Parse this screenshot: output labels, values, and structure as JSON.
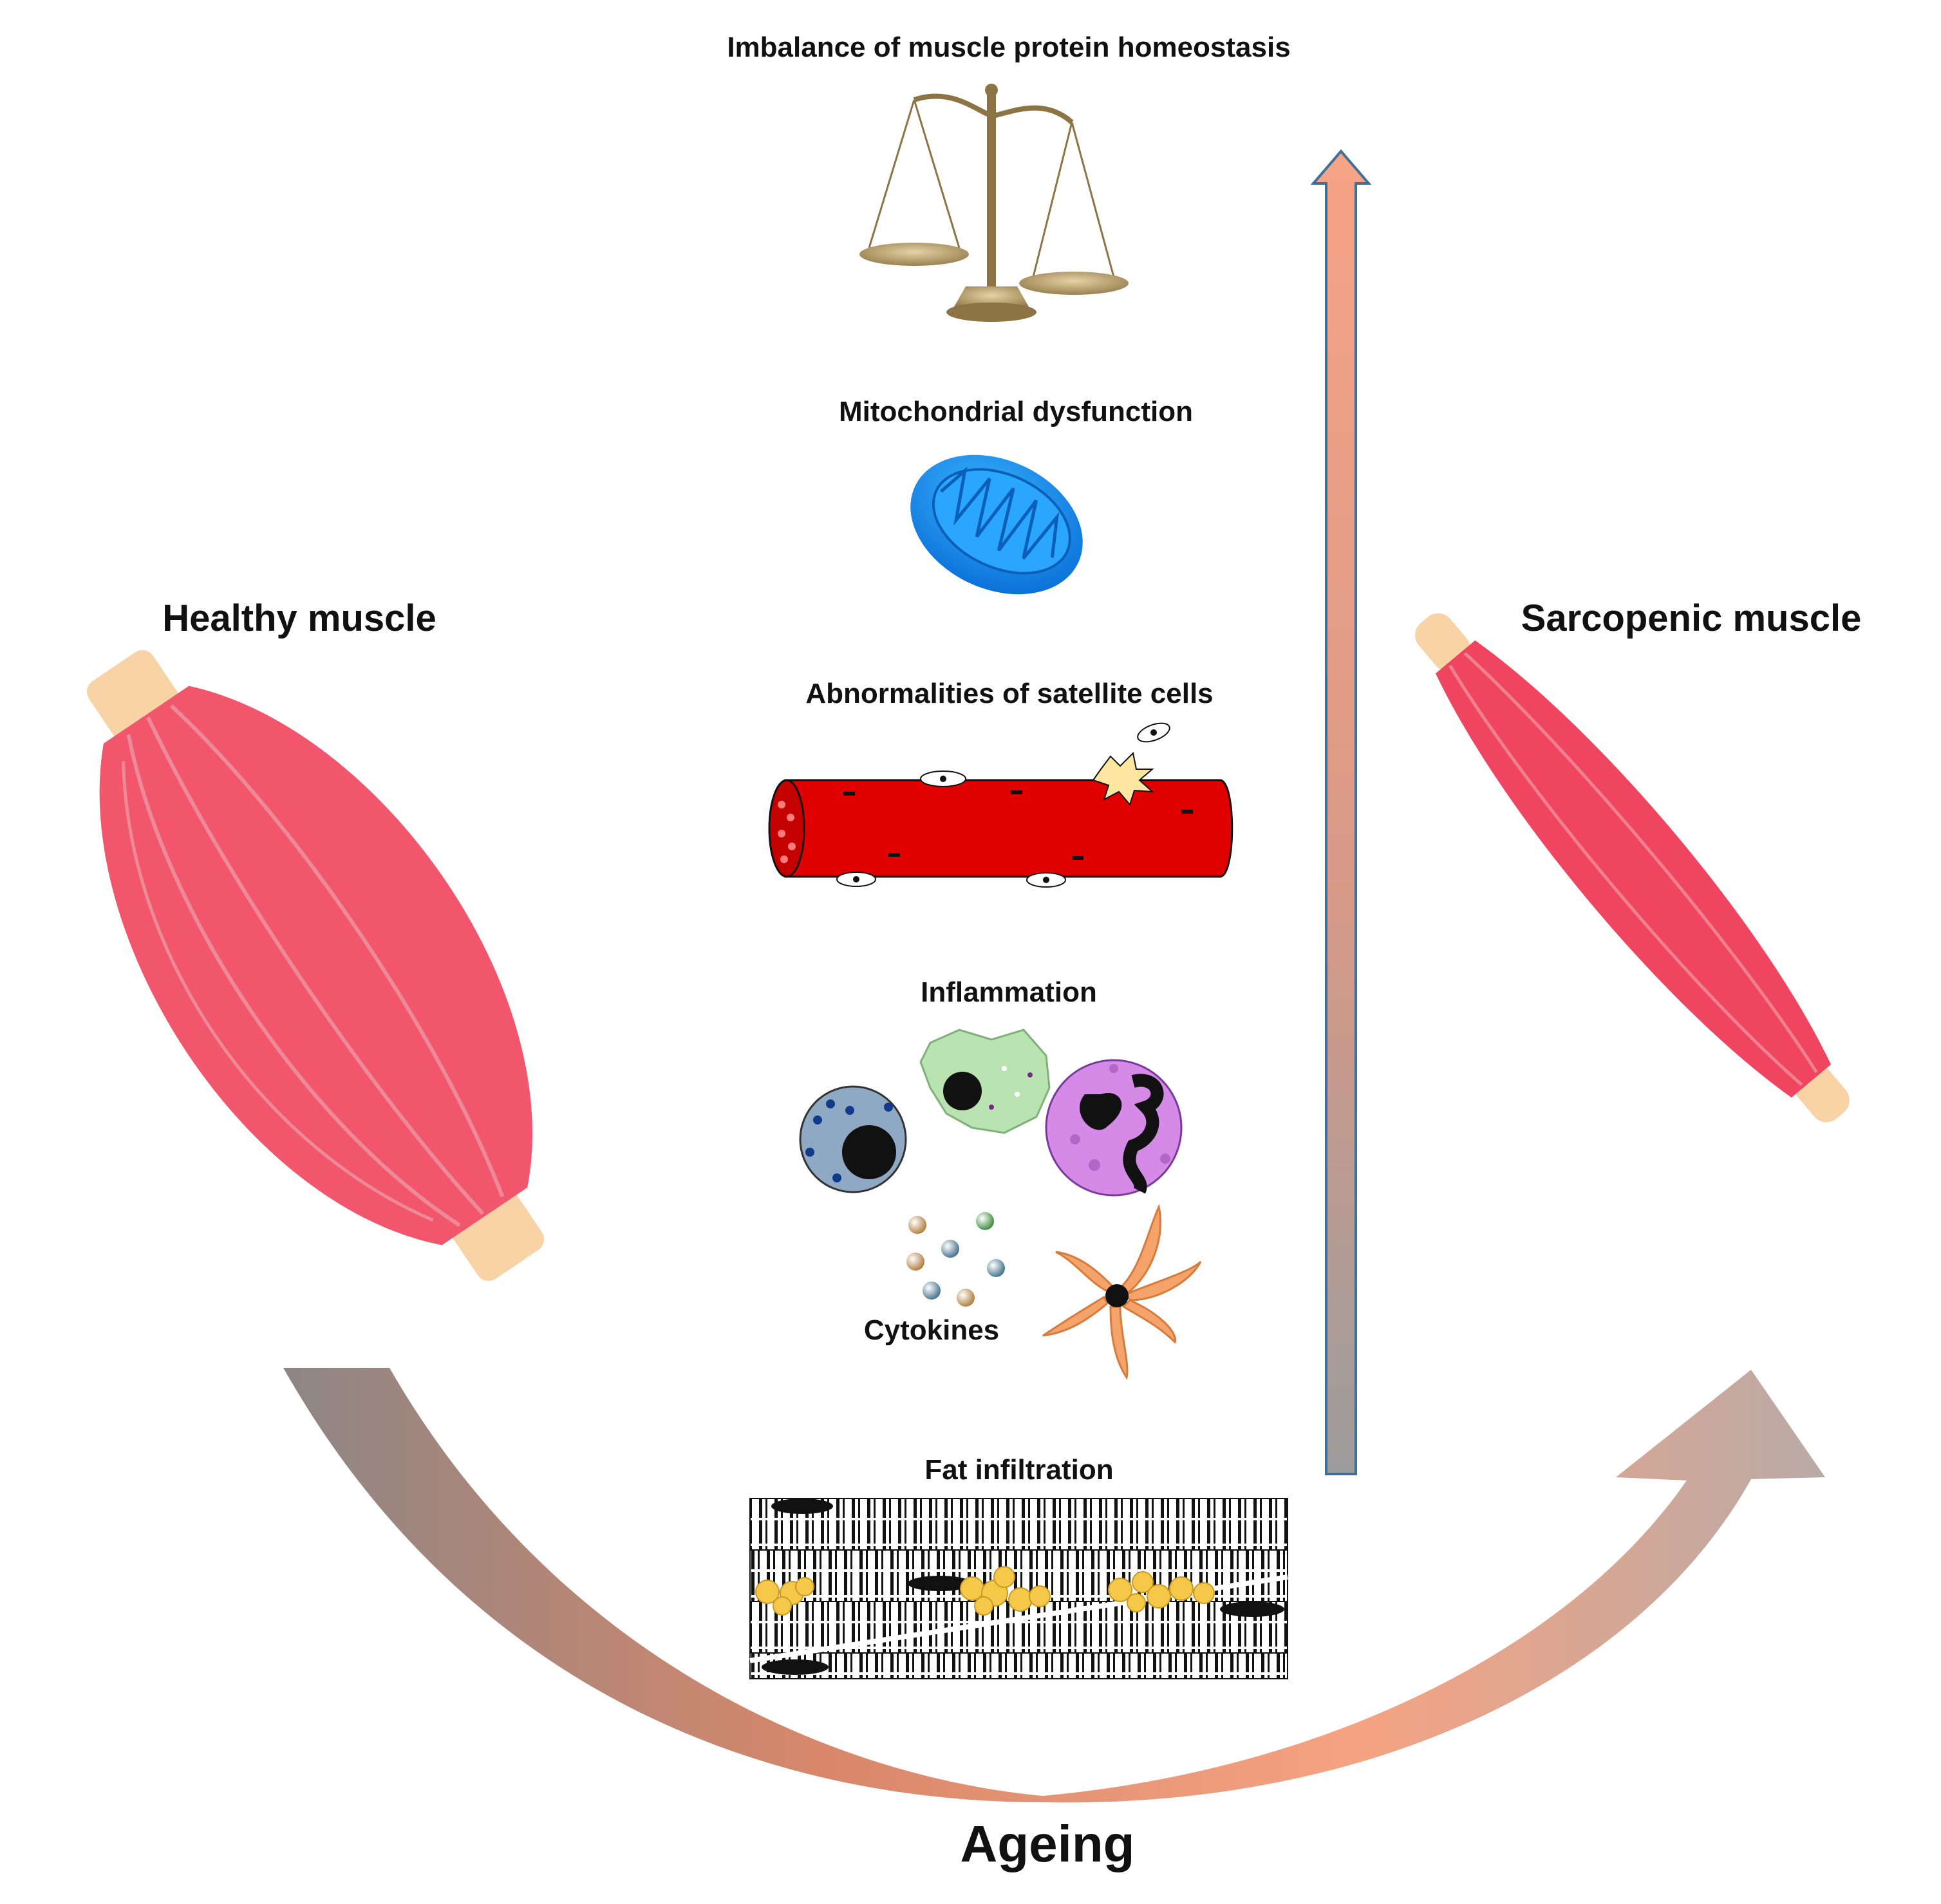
{
  "labels": {
    "protein": "Imbalance of muscle protein homeostasis",
    "mito": "Mitochondrial dysfunction",
    "satellite": "Abnormalities of satellite cells",
    "inflammation": "Inflammation",
    "cytokines": "Cytokines",
    "fat": "Fat infiltration",
    "healthy": "Healthy muscle",
    "sarcopenic": "Sarcopenic muscle",
    "ageing": "Ageing"
  },
  "colors": {
    "muscle": "#f2566d",
    "tendon": "#f8d3a6",
    "fiber_red": "#e00000",
    "mito_blue": "#1e90ff",
    "arrow_top": "#f5a07f",
    "arrow_bottom": "#9a9a9a",
    "fat_yellow": "#f5c84a"
  },
  "icons": {
    "scale": "balance-scale-icon",
    "mito": "mitochondrion-icon",
    "fiber": "muscle-fiber-icon",
    "immune": "immune-cells-icon",
    "fat": "fat-infiltration-icon"
  }
}
